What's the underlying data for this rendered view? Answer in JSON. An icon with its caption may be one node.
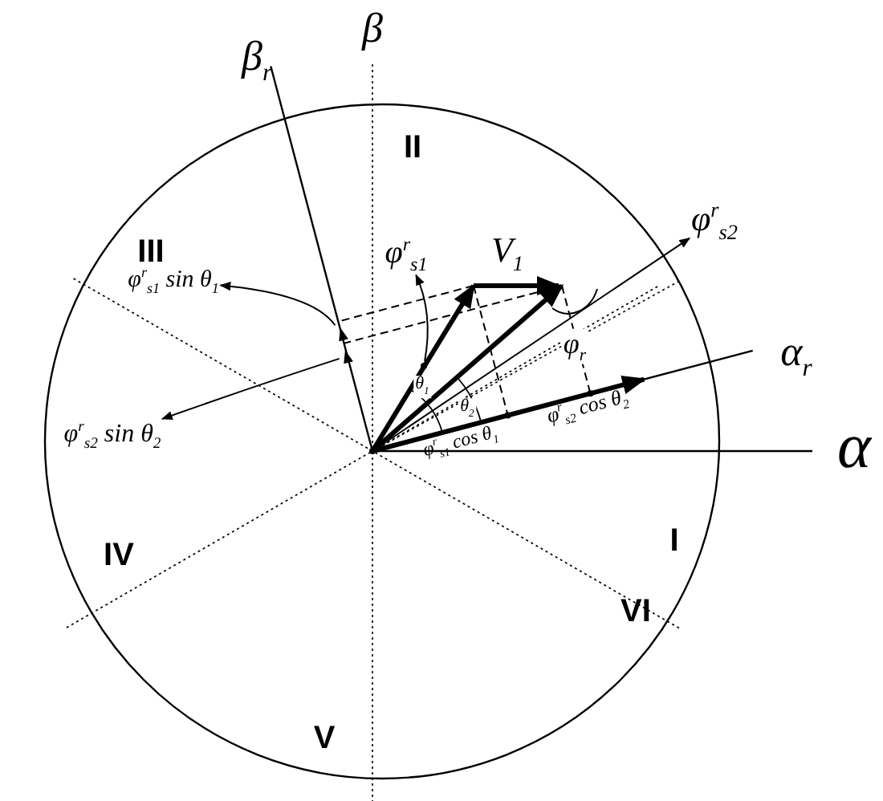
{
  "diagram": {
    "nodes": [
      {
        "text": [
          "φ$^{r}$$_{s1}$ sin θ$_{1}$"
        ]
      },
      {
        "text": [
          "φ$^{r}$$_{s2}$ sin θ$_{2}$"
        ]
      },
      {
        "text": [
          "φ$^{r}$$_{s1}$"
        ]
      },
      {
        "text": [
          "φ$^{r}$$_{s2}$"
        ]
      },
      {
        "text": [],
        "shape": "triangle"
      },
      {
        "text": [],
        "shape": "triangle"
      },
      {
        "text": [],
        "shape": "circle"
      },
      {
        "text": [],
        "shape": "circle"
      }
    ],
    "edges": [
      {
        "from": 4,
        "to": 0,
        "arrow": "to"
      },
      {
        "from": 5,
        "to": 1,
        "arrow": "to"
      },
      {
        "from": 6,
        "to": 2,
        "arrow": "to"
      },
      {
        "from": 7,
        "to": 3,
        "arrow": "to"
      }
    ],
    "labels": [
      "β$_{r}$",
      "β",
      "II",
      "III",
      "V$_{1}$",
      "α$_{r}$",
      "φ$_{r}$",
      "α",
      "θ$_{1}$",
      "θ$_{2}$",
      "φ$^{r}$$_{s1}$ cos θ$_{1}$",
      "φ$^{r}$$_{s2}$ cos θ$_{2}$",
      "I",
      "IV",
      "VI",
      "V"
    ]
  }
}
